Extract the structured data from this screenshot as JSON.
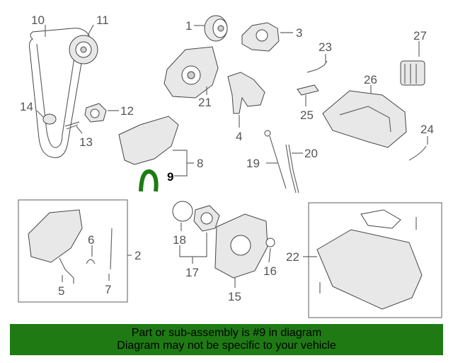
{
  "callouts": {
    "c1": "1",
    "c2": "2",
    "c3": "3",
    "c4": "4",
    "c5": "5",
    "c6": "6",
    "c7": "7",
    "c8": "8",
    "c9": "9",
    "c10": "10",
    "c11": "11",
    "c12": "12",
    "c13": "13",
    "c14": "14",
    "c15": "15",
    "c16": "16",
    "c17": "17",
    "c18": "18",
    "c19": "19",
    "c20": "20",
    "c21": "21",
    "c22": "22",
    "c23": "23",
    "c24": "24",
    "c25": "25",
    "c26": "26",
    "c27": "27"
  },
  "highlighted_part": "9",
  "banner": {
    "line1": "Part or sub-assembly is #9 in diagram",
    "line2": "Diagram may not be specific to your vehicle",
    "color": "#1f7a14"
  },
  "highlight_color": "#1f7a14"
}
